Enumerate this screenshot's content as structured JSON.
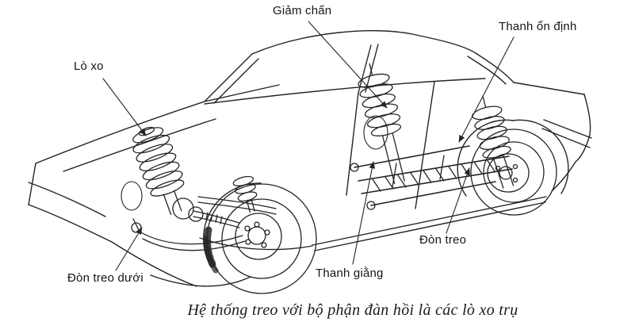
{
  "figure": {
    "caption": "Hệ thống treo với bộ phận đàn hồi là các lò xo trụ",
    "labels": {
      "lo_xo": "Lò xo",
      "giam_chan": "Giảm chấn",
      "thanh_on_dinh": "Thanh ổn định",
      "don_treo_duoi": "Đòn treo dưới",
      "thanh_giang": "Thanh giằng",
      "don_treo": "Đòn treo"
    },
    "colors": {
      "ink": "#242424",
      "background": "#ffffff"
    }
  }
}
